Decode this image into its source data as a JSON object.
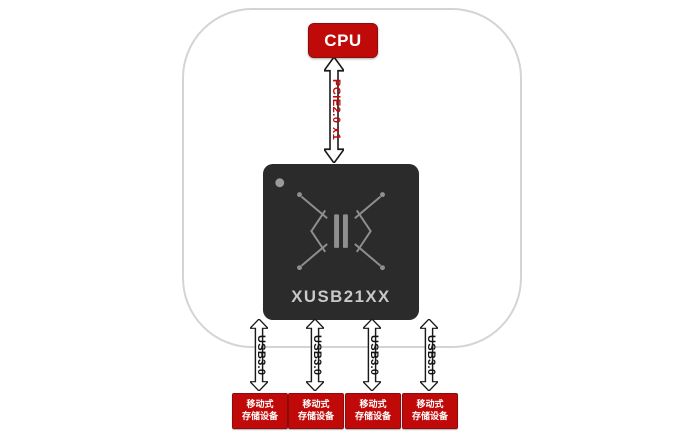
{
  "colors": {
    "accent-red": "#c00a0a",
    "chip-bg": "#2b2b2b",
    "chip-text": "#c9c9c9",
    "boundary": "#d4d4d4",
    "arrow-stroke": "#1a1a1a"
  },
  "cpu": {
    "label": "CPU"
  },
  "pcie_link": {
    "label": "PCIE2.0 x1"
  },
  "chip": {
    "label": "XUSB21XX"
  },
  "usb_ports": [
    {
      "link_label": "USB3.0",
      "device_line1": "移动式",
      "device_line2": "存储设备"
    },
    {
      "link_label": "USB3.0",
      "device_line1": "移动式",
      "device_line2": "存储设备"
    },
    {
      "link_label": "USB3.0",
      "device_line1": "移动式",
      "device_line2": "存储设备"
    },
    {
      "link_label": "USB3.0",
      "device_line1": "移动式",
      "device_line2": "存储设备"
    }
  ]
}
